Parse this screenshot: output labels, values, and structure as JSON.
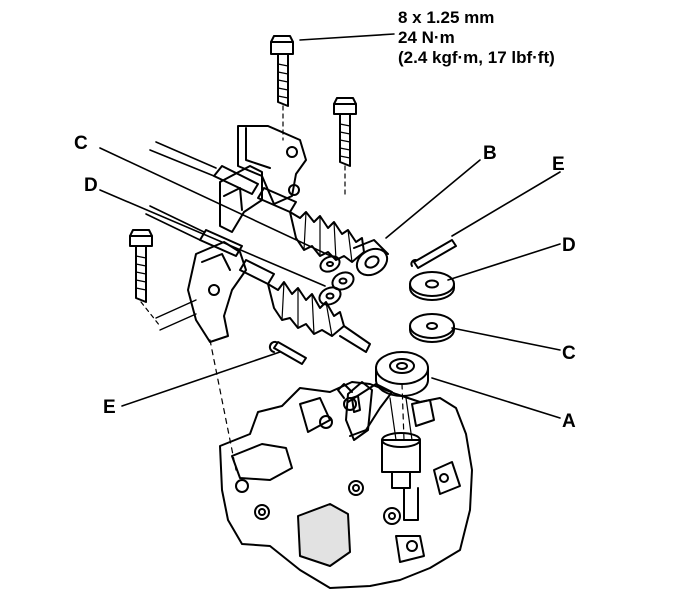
{
  "spec": {
    "bolt_size": "8 x 1.25 mm",
    "torque": "24 N·m",
    "torque_alt": "(2.4 kgf·m, 17 lbf·ft)"
  },
  "labels": {
    "a": "A",
    "b": "B",
    "c_left": "C",
    "c_right": "C",
    "d_left": "D",
    "d_right": "D",
    "e_left": "E",
    "e_right": "E"
  }
}
